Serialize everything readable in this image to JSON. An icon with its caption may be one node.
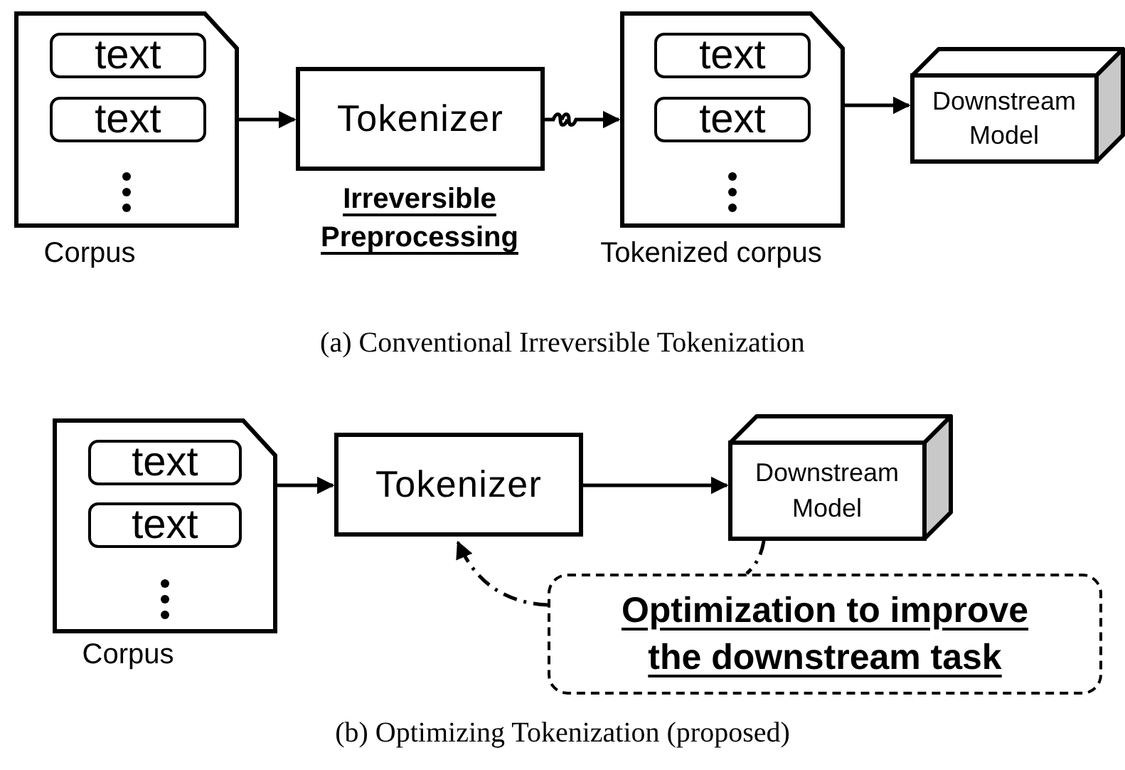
{
  "diagram": {
    "nodes": [
      {
        "text": [],
        "shape": "document",
        "beside": [
          "Corpus"
        ]
      },
      {
        "text": [
          "text"
        ],
        "in": 0
      },
      {
        "text": [
          "text"
        ],
        "in": 0
      },
      {
        "text": [
          "Tokenizer"
        ],
        "beside": [
          "Irreversible Preprocessing"
        ]
      },
      {
        "text": [],
        "shape": "document",
        "beside": [
          "Tokenized corpus"
        ]
      },
      {
        "text": [
          "text"
        ],
        "in": 4
      },
      {
        "text": [
          "text"
        ],
        "in": 4
      },
      {
        "text": [
          "Downstream Model"
        ]
      },
      {
        "text": [],
        "shape": "document",
        "beside": [
          "Corpus"
        ]
      },
      {
        "text": [
          "text"
        ],
        "in": 8
      },
      {
        "text": [
          "text"
        ],
        "in": 8
      },
      {
        "text": [
          "Tokenizer"
        ]
      },
      {
        "text": [
          "Downstream Model"
        ]
      },
      {
        "text": [
          "Optimization to improve the downstream task"
        ]
      }
    ],
    "edges": [
      {
        "from": 0,
        "to": 3,
        "arrow": "to"
      },
      {
        "from": 3,
        "to": 4,
        "arrow": "to"
      },
      {
        "from": 4,
        "to": 7,
        "arrow": "to"
      },
      {
        "from": 8,
        "to": 11,
        "arrow": "to"
      },
      {
        "from": 11,
        "to": 12,
        "arrow": "to"
      },
      {
        "from": 12,
        "to": 13,
        "arrow": "none",
        "style": "dashed"
      },
      {
        "from": 13,
        "to": 11,
        "arrow": "to",
        "style": "dashed"
      }
    ],
    "labels": [
      "(a) Conventional Irreversible Tokenization",
      "(b) Optimizing Tokenization (proposed)"
    ]
  }
}
